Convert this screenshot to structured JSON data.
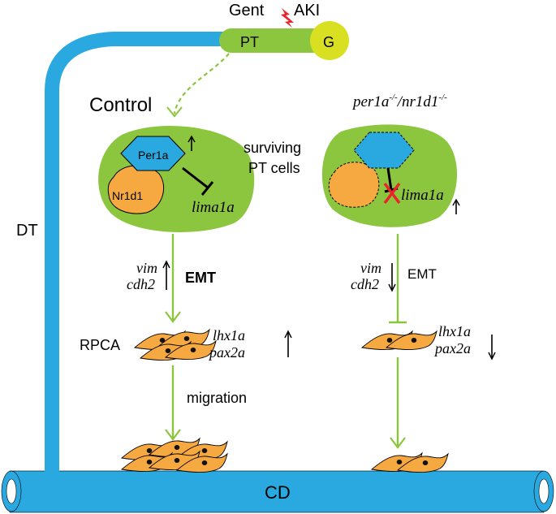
{
  "labels": {
    "gent": "Gent",
    "aki": "AKI",
    "pt": "PT",
    "g": "G",
    "dt": "DT",
    "cd": "CD",
    "control": "Control",
    "mutant_a": "per1a",
    "mutant_a_sup": "-/-",
    "mutant_sep": "/",
    "mutant_b": "nr1d1",
    "mutant_b_sup": "-/-",
    "surviving_line1": "surviving",
    "surviving_line2": "PT cells",
    "per1a": "Per1a",
    "nr1d1": "Nr1d1",
    "lima1a_ctrl": "lima1a",
    "lima1a_mut": "lima1a",
    "vim_ctrl": "vim",
    "cdh2_ctrl": "cdh2",
    "emt_ctrl": "EMT",
    "vim_mut": "vim",
    "cdh2_mut": "cdh2",
    "emt_mut": "EMT",
    "rpca": "RPCA",
    "lhx1a_ctrl": "lhx1a",
    "pax2a_ctrl": "pax2a",
    "lhx1a_mut": "lhx1a",
    "pax2a_mut": "pax2a",
    "migration": "migration"
  },
  "colors": {
    "tubule_blue": "#2aa8e0",
    "cell_green": "#8cc63f",
    "per1a_blue": "#29a9e0",
    "nr1d1_orange": "#f7a941",
    "g_yellow": "#d9e021",
    "arrow_green": "#8cc63f",
    "injury_red": "#e8262a",
    "rpca_orange": "#f7a941"
  }
}
